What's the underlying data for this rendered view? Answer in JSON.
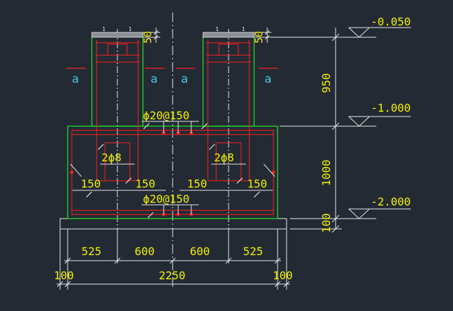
{
  "elevations": {
    "top": "-0.050",
    "mid": "-1.000",
    "bottom": "-2.000"
  },
  "vertical_dims": {
    "d50_left": "50",
    "d50_right": "50",
    "d950": "950",
    "d1000": "1000",
    "d100": "100"
  },
  "rebar": {
    "top": "ϕ20@150",
    "bottom": "ϕ20@150",
    "stirrup_left": "2ϕ8",
    "stirrup_right": "2ϕ8"
  },
  "spacing": {
    "s1": "150",
    "s2": "150",
    "s3": "150",
    "s4": "150"
  },
  "section_marks": {
    "m1": "a",
    "m2": "a",
    "m3": "a",
    "m4": "a"
  },
  "horizontal_dims": {
    "h1": "525",
    "h2": "600",
    "h3": "600",
    "h4": "525"
  },
  "overall_dims": {
    "left": "100",
    "total": "2250",
    "right": "100"
  },
  "column_tag": "1"
}
